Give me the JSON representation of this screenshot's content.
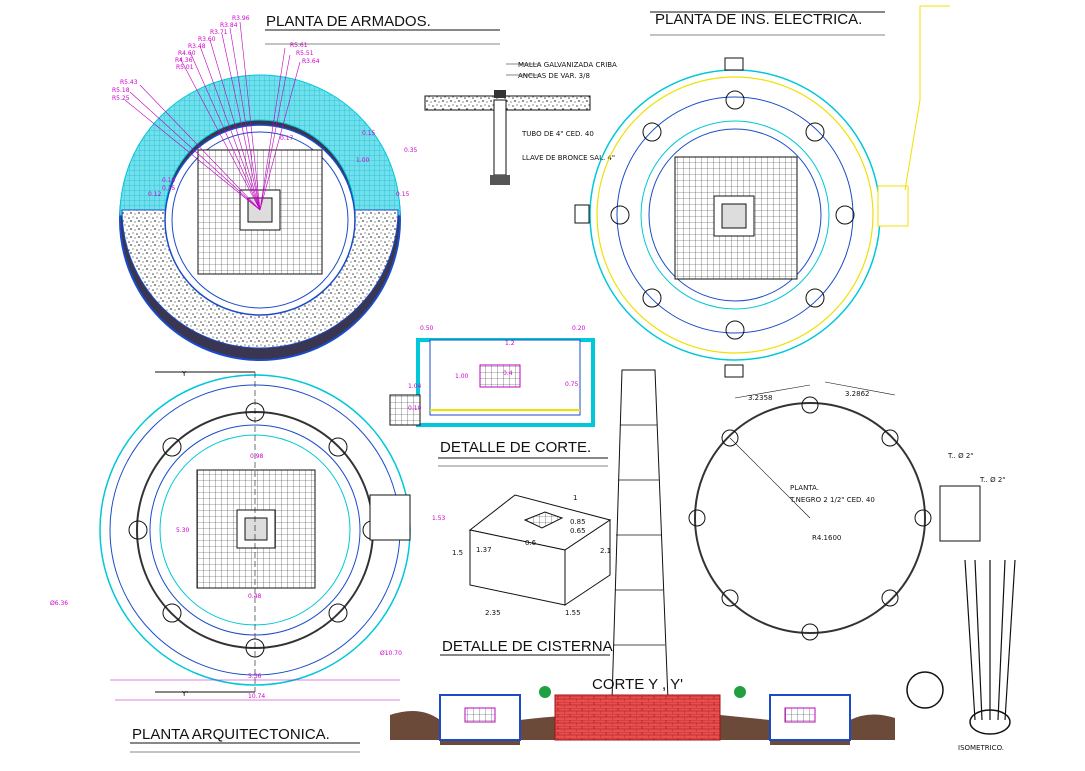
{
  "titles": {
    "planta_armados": "PLANTA DE ARMADOS.",
    "planta_electrica": "PLANTA DE INS. ELECTRICA.",
    "detalle_corte": "DETALLE DE CORTE.",
    "detalle_cisterna": "DETALLE DE CISTERNA.",
    "corte_y": "CORTE Y , Y'",
    "planta_arquitectonica": "PLANTA ARQUITECTONICA."
  },
  "armados": {
    "radius_labels": [
      "R3.96",
      "R3.84",
      "R3.71",
      "R3.60",
      "R3.48",
      "R4.60",
      "R4.36",
      "R5.01",
      "R5.61",
      "R5.51",
      "R3.64",
      "R3.84",
      "R5.43",
      "R5.18",
      "R5.25"
    ],
    "dims": [
      "0.17",
      "0.15",
      "0.35",
      "0.15",
      "1.00",
      "0.15",
      "0.12",
      "0.15"
    ]
  },
  "detail_pipe": {
    "labels": [
      "MALLA GALVANIZADA CRIBA",
      "ANCLAS DE VAR. 3/8",
      "TUBO DE 4\" CED. 40",
      "LLAVE DE BRONCE SAL. 4\""
    ]
  },
  "detalle_corte": {
    "dims": [
      "0.50",
      "1.2",
      "0.20",
      "1.00",
      "0.75",
      "1.04",
      "0.10",
      "0.4"
    ]
  },
  "cisterna": {
    "dims": [
      "0.85",
      "0.65",
      "0.6",
      "1.37",
      "1.5",
      "2.1",
      "2.35",
      "1.55",
      "1"
    ]
  },
  "planta_elec_ring": {
    "chords": [
      "3.2358",
      "3.2862"
    ],
    "planta_label": "PLANTA.",
    "pipe_label": "T.NEGRO 2 1/2\" CED. 40",
    "radius": "R4.1600",
    "side_labels": [
      "T.. Ø 2\"",
      "T.. Ø 2\""
    ],
    "isometrico": "ISOMETRICO."
  },
  "arquitectonica": {
    "dims": [
      "0.98",
      "5.30",
      "0.48",
      "5.36",
      "10.74",
      "Ø6.36",
      "Ø10.70",
      "1.53"
    ],
    "axis": [
      "Y",
      "Y'"
    ]
  },
  "colors": {
    "cyan": "#00c8d8",
    "blue": "#1a4cc8",
    "magenta": "#c000c0",
    "yellow": "#f0e000",
    "brick": "#d02020",
    "green": "#20a040"
  }
}
